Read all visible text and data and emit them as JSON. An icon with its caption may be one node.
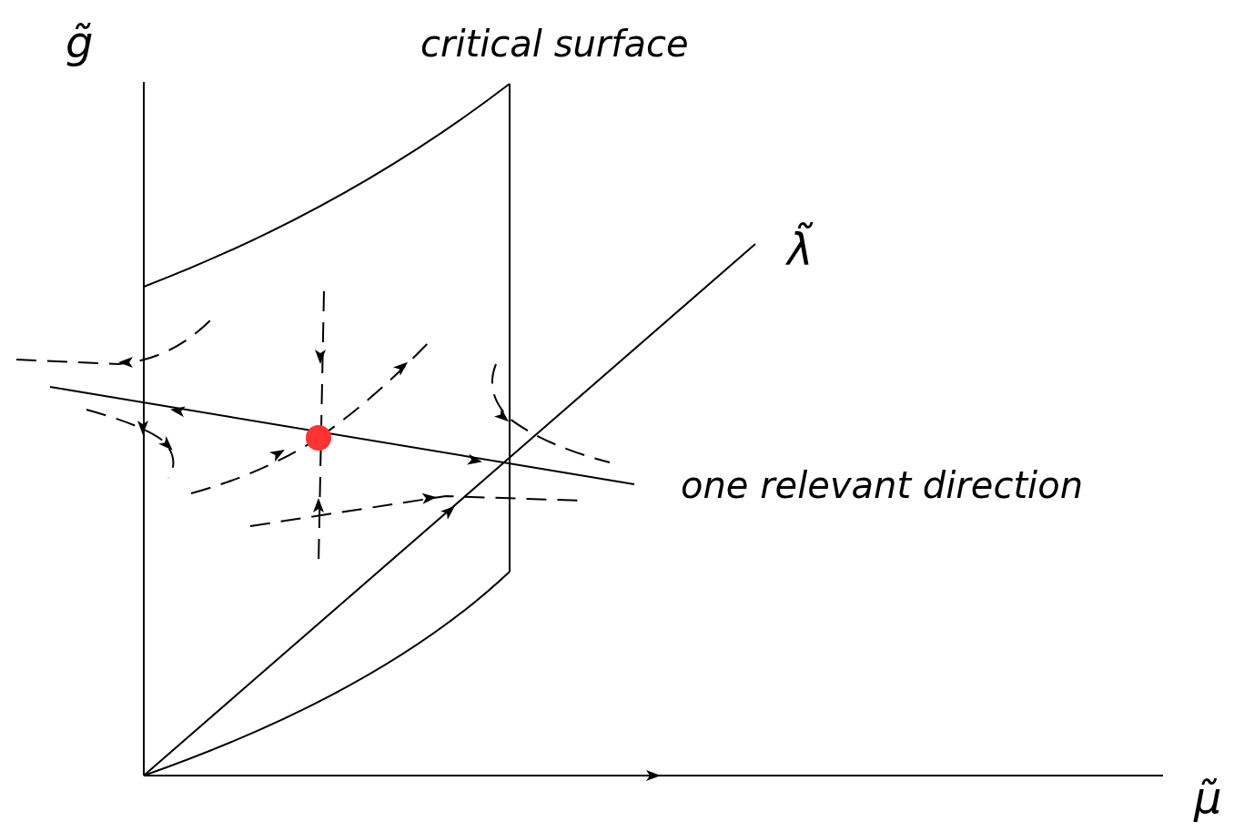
{
  "diagram": {
    "labels": [
      "g̃",
      "critical surface",
      "λ̃",
      "one relevant direction",
      "μ̃"
    ]
  }
}
